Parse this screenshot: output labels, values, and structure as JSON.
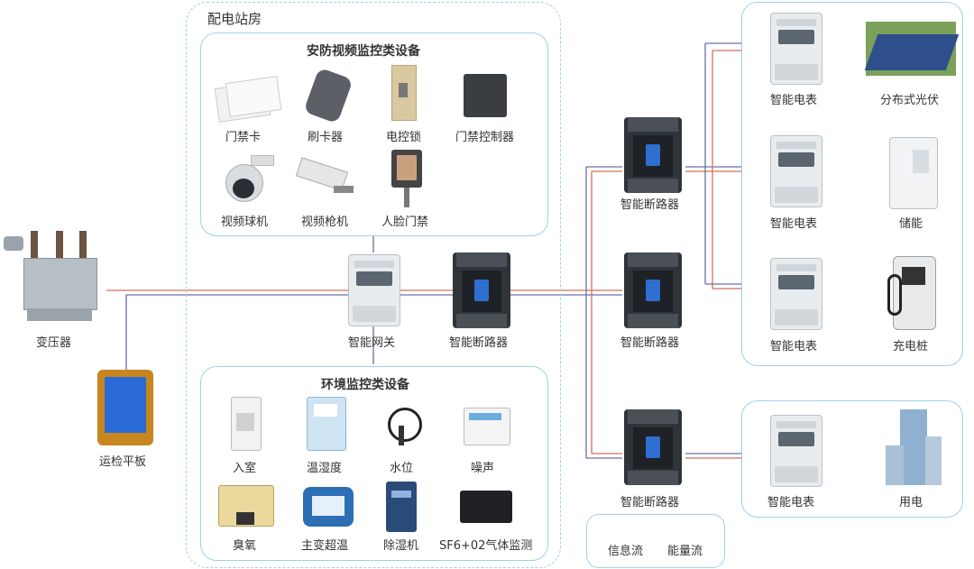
{
  "station_title": "配电站房",
  "security_group": {
    "title": "安防视频监控类设备",
    "items": [
      "门禁卡",
      "刷卡器",
      "电控锁",
      "门禁控制器",
      "视频球机",
      "视频枪机",
      "人脸门禁"
    ]
  },
  "env_group": {
    "title": "环境监控类设备",
    "items": [
      "入室",
      "温湿度",
      "水位",
      "噪声",
      "臭氧",
      "主变超温",
      "除湿机",
      "SF6+02气体监测"
    ]
  },
  "left": {
    "transformer": "变压器",
    "tablet": "运检平板"
  },
  "center": {
    "gateway": "智能网关",
    "breaker": "智能断路器"
  },
  "breakers": [
    "智能断路器",
    "智能断路器",
    "智能断路器"
  ],
  "meters": [
    "智能电表",
    "智能电表",
    "智能电表",
    "智能电表"
  ],
  "loads": [
    "分布式光伏",
    "储能",
    "充电桩",
    "用电"
  ],
  "legend": {
    "info": "信息流",
    "energy": "能量流"
  },
  "colors": {
    "info": "#6a6fa8",
    "energy": "#d2705a",
    "border": "#9fd0ea"
  }
}
